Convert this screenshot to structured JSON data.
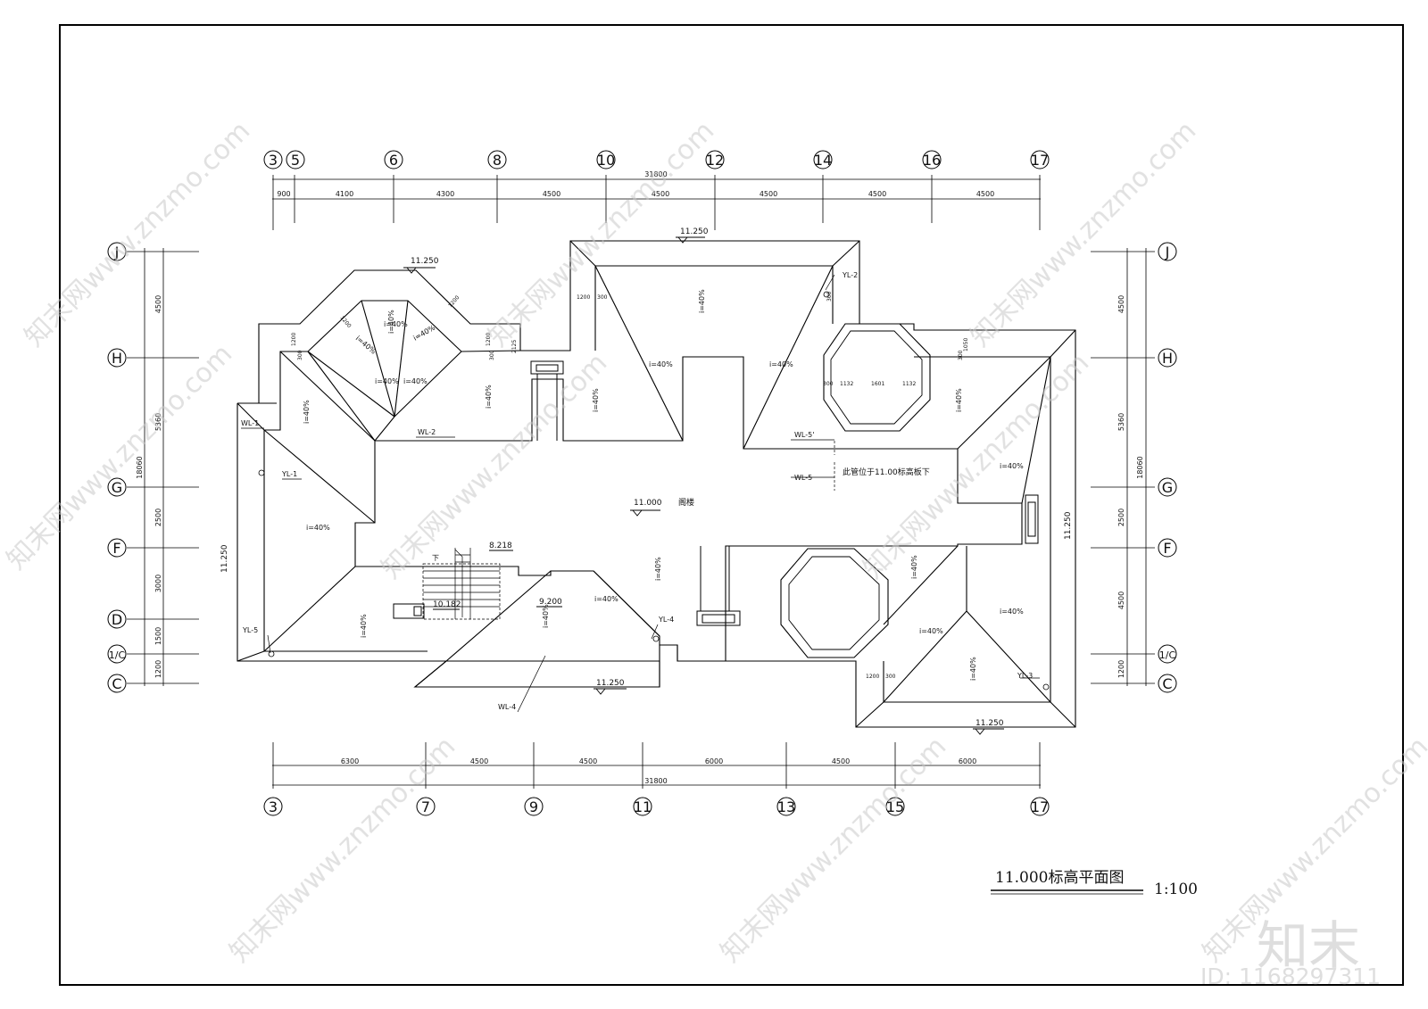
{
  "drawing": {
    "title": "11.000标高平面图",
    "scale": "1:100",
    "total_width": "31800",
    "total_depth": "18060",
    "main_level": "11.000",
    "attic_label": "阁楼",
    "pipe_note": "此管位于11.00标高板下",
    "stair_down": "下"
  },
  "top_axes": [
    "3",
    "5",
    "6",
    "8",
    "10",
    "12",
    "14",
    "16",
    "17"
  ],
  "top_dims": [
    "900",
    "4100",
    "4300",
    "4500",
    "4500",
    "4500",
    "4500",
    "4500"
  ],
  "bottom_axes": [
    "3",
    "7",
    "9",
    "11",
    "13",
    "15",
    "17"
  ],
  "bottom_dims": [
    "6300",
    "4500",
    "4500",
    "6000",
    "4500",
    "6000"
  ],
  "left_axes": [
    "J",
    "H",
    "G",
    "F",
    "D",
    "1/C",
    "C"
  ],
  "left_dims": [
    "4500",
    "5360",
    "2500",
    "3000",
    "1500",
    "1200"
  ],
  "right_axes": [
    "J",
    "H",
    "G",
    "F",
    "1/C",
    "C"
  ],
  "right_dims": [
    "4500",
    "5360",
    "2500",
    "4500",
    "1200"
  ],
  "levels": [
    "11.250",
    "11.250",
    "11.250",
    "11.250",
    "11.250",
    "11.250",
    "8.218",
    "10.182",
    "9.200"
  ],
  "slopes": [
    "i=40%",
    "i=40%",
    "i=40%",
    "i=40%",
    "i=40%",
    "i=40%",
    "i=40%",
    "i=40%",
    "i=40%",
    "i=40%",
    "i=40%",
    "i=40%",
    "i=40%",
    "i=40%",
    "i=40%",
    "i=40%",
    "i=40%",
    "i=40%",
    "i=40%",
    "i=40%",
    "i=40%",
    "i=40%",
    "i=40%"
  ],
  "gutters": [
    "WL-1",
    "WL-2",
    "WL-4",
    "WL-5'",
    "WL-5"
  ],
  "downpipes": [
    "YL-1",
    "YL-2",
    "YL-3",
    "YL-4",
    "YL-5"
  ],
  "small_dims": [
    "1200",
    "1200",
    "1200",
    "1200",
    "2125",
    "1200",
    "300",
    "300",
    "1050",
    "1132",
    "1601",
    "1132",
    "1200",
    "300",
    "300",
    "300",
    "300",
    "300"
  ],
  "watermark": {
    "site": "知末网www.znzmo.com",
    "brand": "知末",
    "id": "ID: 1168297311"
  }
}
